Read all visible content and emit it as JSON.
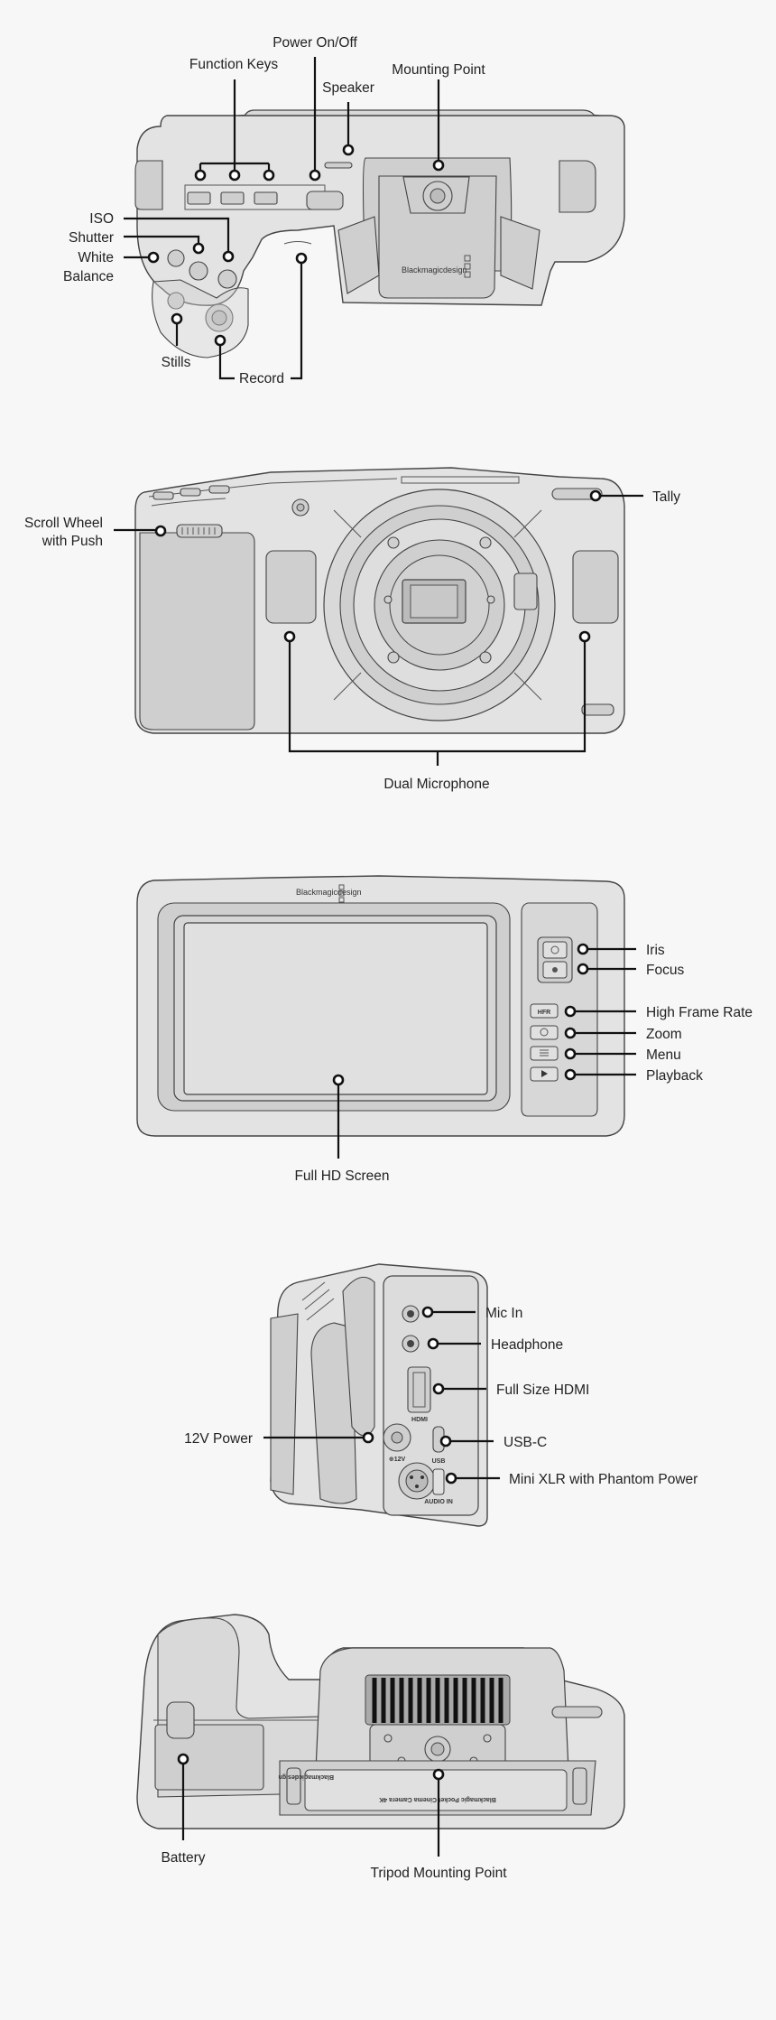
{
  "top_view": {
    "labels": {
      "power": "Power On/Off",
      "function_keys": "Function Keys",
      "mounting_point": "Mounting Point",
      "speaker": "Speaker",
      "iso": "ISO",
      "shutter": "Shutter",
      "white_balance_line1": "White",
      "white_balance_line2": "Balance",
      "stills": "Stills",
      "record": "Record",
      "brand": "Blackmagicdesign"
    }
  },
  "front_view": {
    "labels": {
      "tally": "Tally",
      "scroll_line1": "Scroll Wheel",
      "scroll_line2": "with Push",
      "dual_mic": "Dual Microphone"
    }
  },
  "rear_view": {
    "labels": {
      "iris": "Iris",
      "focus": "Focus",
      "hfr": "High Frame Rate",
      "zoom": "Zoom",
      "menu": "Menu",
      "playback": "Playback",
      "screen": "Full HD Screen",
      "brand": "Blackmagicdesign",
      "hfr_button_text": "HFR"
    }
  },
  "side_view": {
    "labels": {
      "mic_in": "Mic In",
      "headphone": "Headphone",
      "hdmi": "Full Size HDMI",
      "usb_c": "USB-C",
      "xlr": "Mini XLR with Phantom Power",
      "power_12v": "12V Power",
      "hdmi_text": "HDMI",
      "usb_text": "USB",
      "v12_text": "⊕12V",
      "audio_in_text": "AUDIO IN"
    }
  },
  "bottom_view": {
    "labels": {
      "battery": "Battery",
      "tripod": "Tripod Mounting Point",
      "plate_text": "Blackmagic Pocket Cinema Camera 4K",
      "brand": "Blackmagicdesign"
    }
  }
}
